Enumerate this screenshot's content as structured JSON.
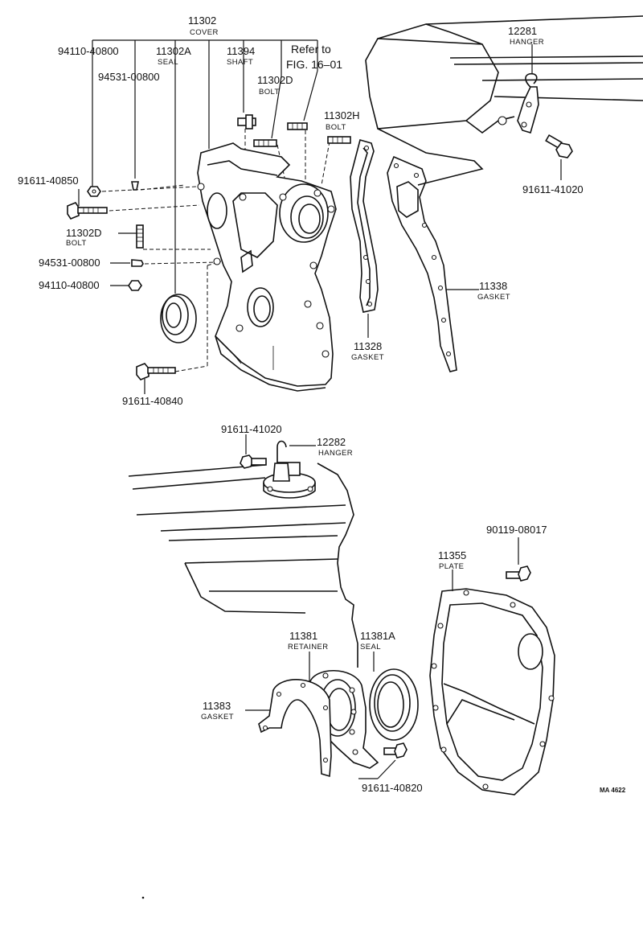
{
  "labels": {
    "cover": {
      "number": "11302",
      "name": "COVER"
    },
    "seal_front": {
      "number": "11302A",
      "name": "SEAL"
    },
    "shaft": {
      "number": "11394",
      "name": "SHAFT"
    },
    "refer": {
      "line1": "Refer to",
      "line2": "FIG. 16–01"
    },
    "bolt_d_top": {
      "number": "11302D",
      "name": "BOLT"
    },
    "bolt_h": {
      "number": "11302H",
      "name": "BOLT"
    },
    "hanger_top": {
      "number": "12281",
      "name": "HANGER"
    },
    "nut_top": "94110-40800",
    "pin_top": "94531-00800",
    "bolt_850": "91611-40850",
    "bolt_d_side": {
      "number": "11302D",
      "name": "BOLT"
    },
    "pin_mid": "94531-00800",
    "nut_mid": "94110-40800",
    "bolt_840": "91611-40840",
    "gasket_11328": {
      "number": "11328",
      "name": "GASKET"
    },
    "gasket_11338": {
      "number": "11338",
      "name": "GASKET"
    },
    "bolt_41020_right": "91611-41020",
    "bolt_41020_mid": "91611-41020",
    "hanger_mid": {
      "number": "12282",
      "name": "HANGER"
    },
    "bolt_08017": "90119-08017",
    "plate": {
      "number": "11355",
      "name": "PLATE"
    },
    "retainer": {
      "number": "11381",
      "name": "RETAINER"
    },
    "seal_rear": {
      "number": "11381A",
      "name": "SEAL"
    },
    "gasket_11383": {
      "number": "11383",
      "name": "GASKET"
    },
    "bolt_40820": "91611-40820",
    "drawing_code": "MA 4622"
  }
}
